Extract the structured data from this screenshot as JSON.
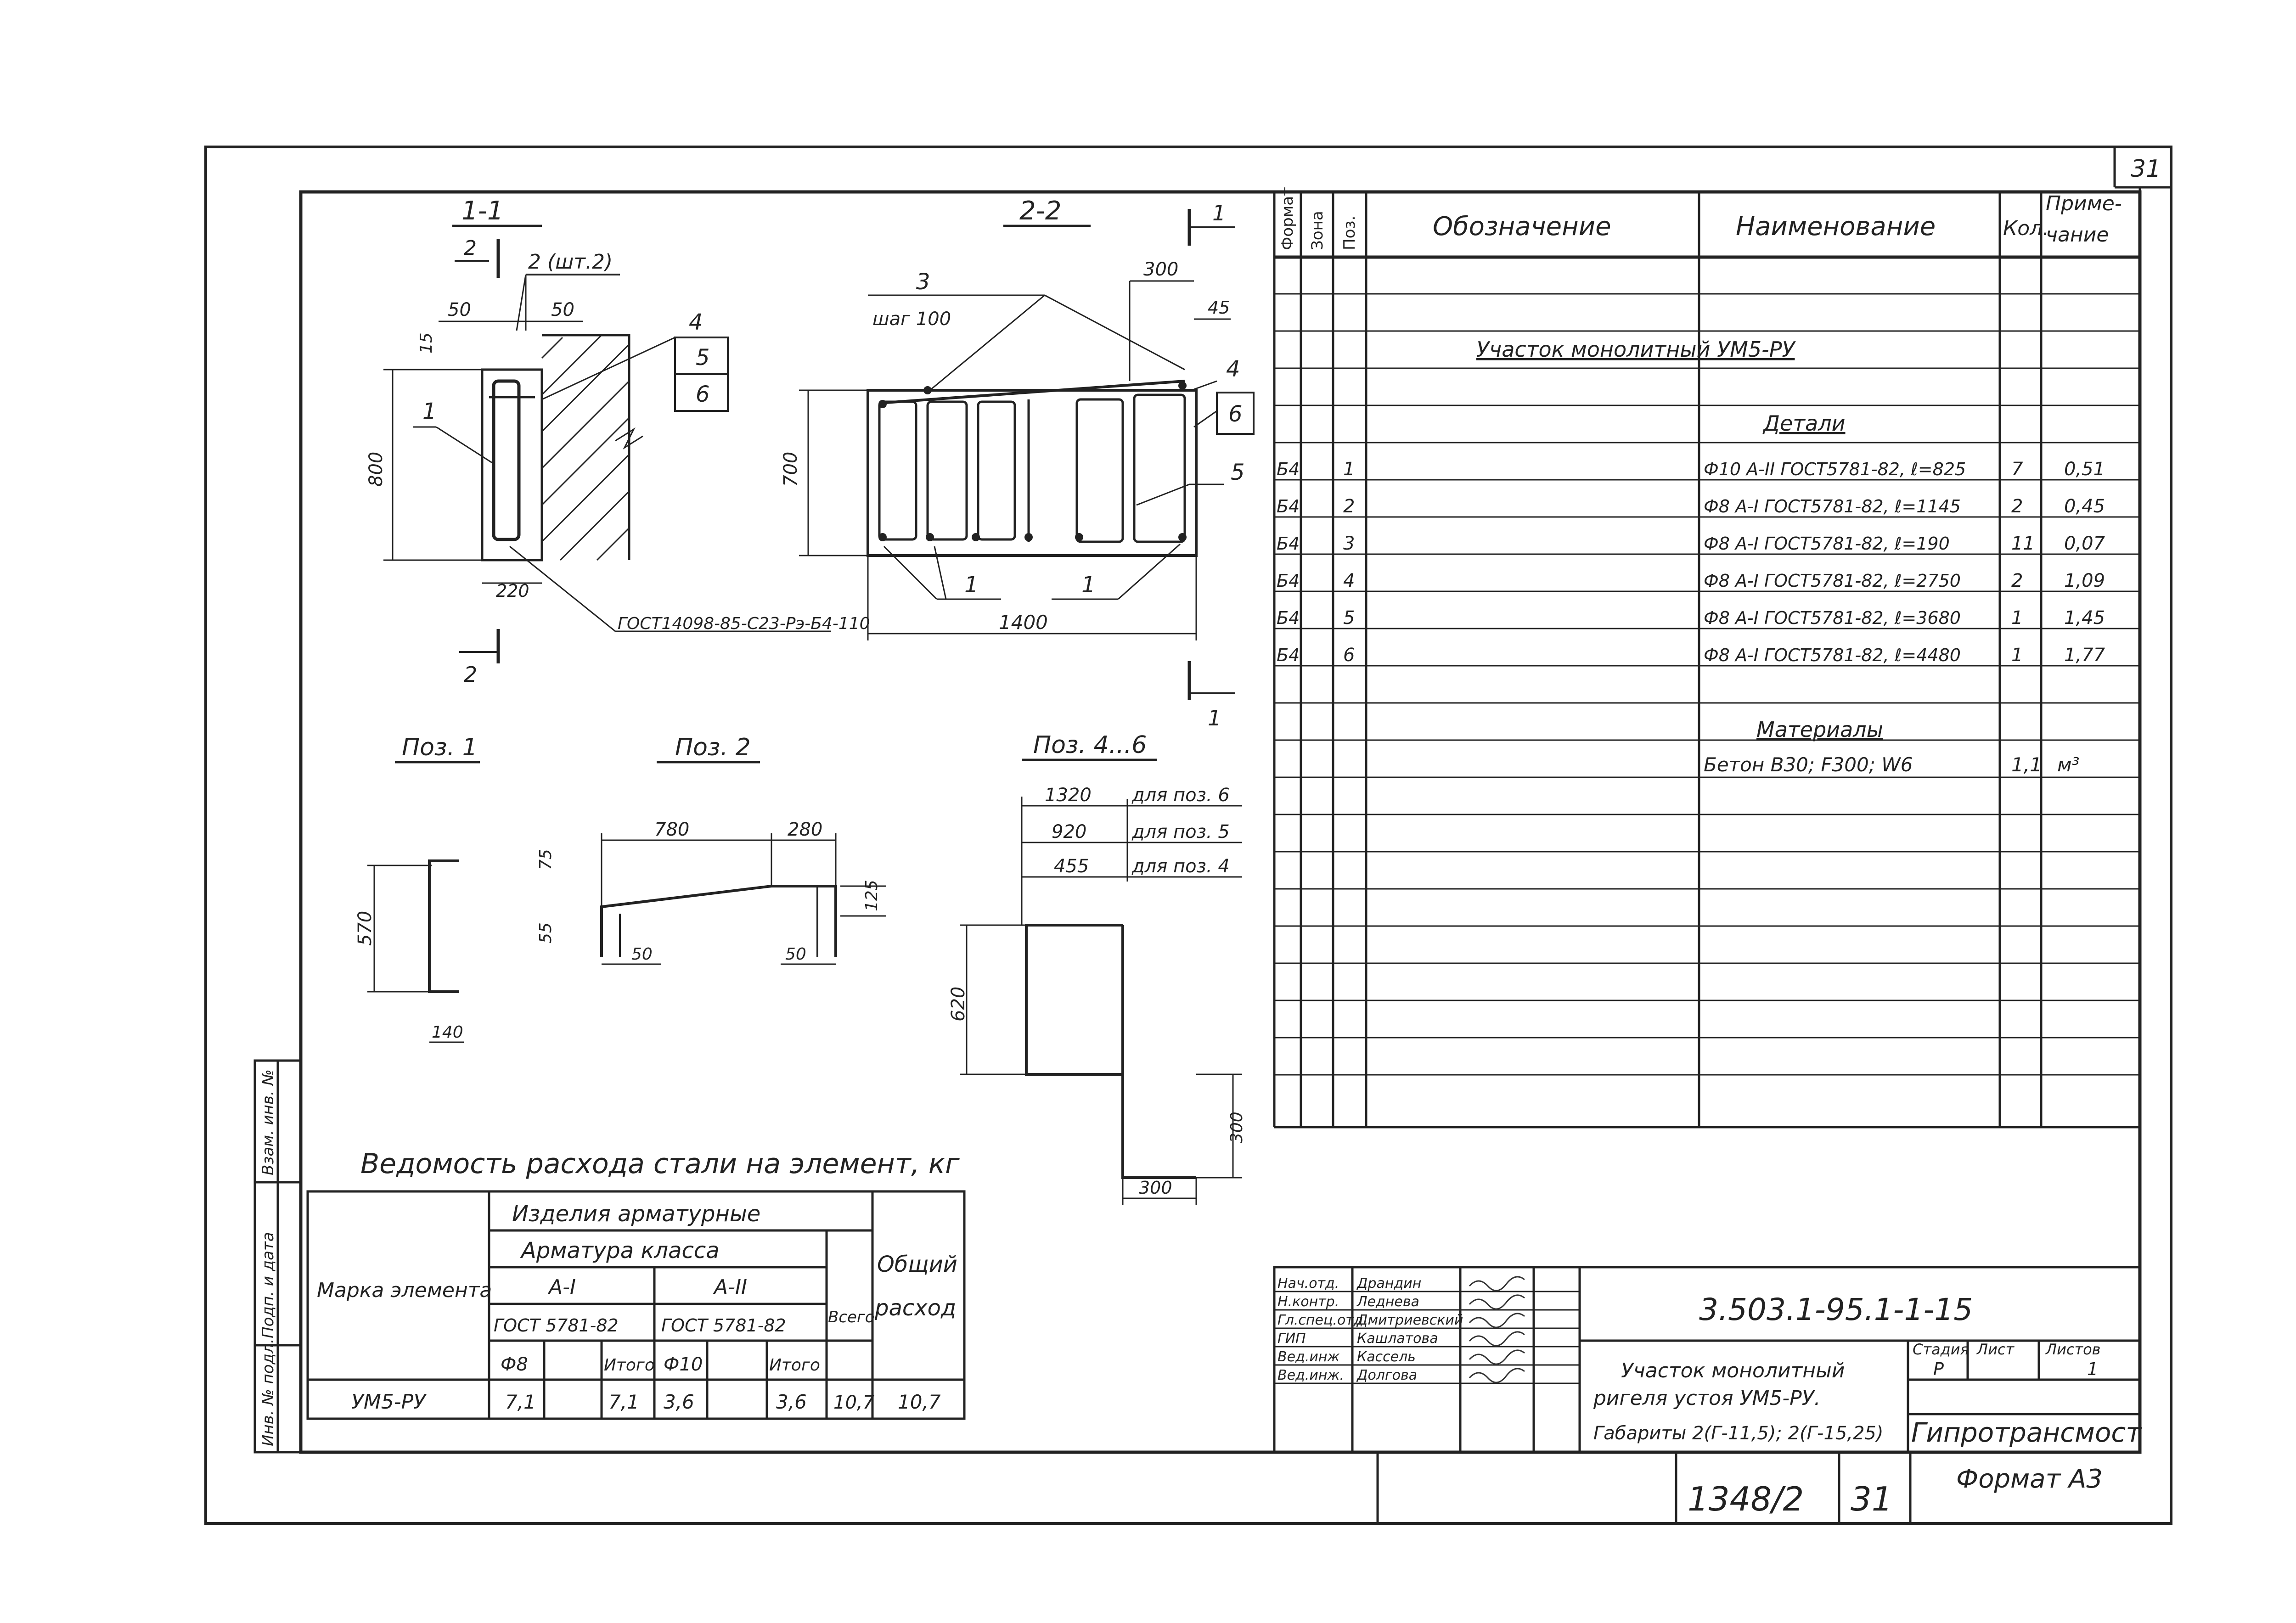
{
  "sheet_corner_number": "31",
  "spec_table": {
    "headers": {
      "format": "Формат",
      "zone": "Зона",
      "pos": "Поз.",
      "designation": "Обозначение",
      "name": "Наименование",
      "qty": "Кол.",
      "note_line1": "Приме-",
      "note_line2": "чание"
    },
    "section_title": "Участок монолитный УМ5-РУ",
    "details_heading": "Детали",
    "rows": [
      {
        "format": "Б4",
        "pos": "1",
        "name": "Ф10 А-II ГОСТ5781-82, ℓ=825",
        "qty": "7",
        "note": "0,51"
      },
      {
        "format": "Б4",
        "pos": "2",
        "name": "Ф8 А-I ГОСТ5781-82, ℓ=1145",
        "qty": "2",
        "note": "0,45"
      },
      {
        "format": "Б4",
        "pos": "3",
        "name": "Ф8 А-I ГОСТ5781-82, ℓ=190",
        "qty": "11",
        "note": "0,07"
      },
      {
        "format": "Б4",
        "pos": "4",
        "name": "Ф8 А-I ГОСТ5781-82, ℓ=2750",
        "qty": "2",
        "note": "1,09"
      },
      {
        "format": "Б4",
        "pos": "5",
        "name": "Ф8 А-I ГОСТ5781-82, ℓ=3680",
        "qty": "1",
        "note": "1,45"
      },
      {
        "format": "Б4",
        "pos": "6",
        "name": "Ф8 А-I ГОСТ5781-82, ℓ=4480",
        "qty": "1",
        "note": "1,77"
      }
    ],
    "materials_heading": "Материалы",
    "materials": [
      {
        "name": "Бетон В30; F300; W6",
        "qty": "1,1",
        "note": "м³"
      }
    ]
  },
  "section_1_1": {
    "title": "1-1",
    "mark_2": "2",
    "mark_2_pcs": "2 (шт.2)",
    "dim_50_left": "50",
    "dim_50_right": "50",
    "dim_15": "15",
    "dim_800": "800",
    "dim_220": "220",
    "callouts": [
      "1",
      "4",
      "5",
      "6"
    ],
    "gost_note": "ГОСТ14098-85-С23-Рэ-Б4-110",
    "cut_mark_bottom": "2"
  },
  "section_2_2": {
    "title": "2-2",
    "callout_3": "3",
    "step_note": "шаг 100",
    "dim_300": "300",
    "dim_45": "45",
    "dim_700": "700",
    "dim_1400": "1400",
    "callouts": [
      "4",
      "6",
      "5",
      "1",
      "1"
    ],
    "cut_mark_top": "1",
    "cut_mark_bottom": "1"
  },
  "pos1": {
    "title": "Поз. 1",
    "dim_570": "570",
    "dim_140": "140"
  },
  "pos2": {
    "title": "Поз. 2",
    "dim_780": "780",
    "dim_280": "280",
    "dim_75": "75",
    "dim_55": "55",
    "dim_125": "125",
    "dim_50a": "50",
    "dim_50b": "50"
  },
  "pos4_6": {
    "title": "Поз. 4...6",
    "table": [
      {
        "len": "1320",
        "for": "для поз. 6"
      },
      {
        "len": "920",
        "for": "для поз. 5"
      },
      {
        "len": "455",
        "for": "для поз. 4"
      }
    ],
    "dim_620": "620",
    "dim_300_v": "300",
    "dim_300_h": "300"
  },
  "steel_table": {
    "title": "Ведомость расхода стали на элемент, кг",
    "col_mark": "Марка элемента",
    "h_products": "Изделия арматурные",
    "h_class": "Арматура класса",
    "h_a1": "А-I",
    "h_a2": "А-II",
    "h_gost1": "ГОСТ 5781-82",
    "h_gost2": "ГОСТ 5781-82",
    "h_f8": "Ф8",
    "h_total1": "Итого",
    "h_f10": "Ф10",
    "h_total2": "Итого",
    "h_all": "Всего",
    "h_general1": "Общий",
    "h_general2": "расход",
    "row": {
      "mark": "УМ5-РУ",
      "f8": "7,1",
      "t1": "7,1",
      "f10": "3,6",
      "t2": "3,6",
      "all": "10,7",
      "general": "10,7"
    }
  },
  "left_strip": [
    "Инв. № подл.",
    "Подп. и дата",
    "Взам. инв. №"
  ],
  "title_block": {
    "roles": [
      {
        "role": "Нач.отд.",
        "name": "Драндин"
      },
      {
        "role": "Н.контр.",
        "name": "Леднева"
      },
      {
        "role": "Гл.спец.отд",
        "name": "Дмитриевский"
      },
      {
        "role": "ГИП",
        "name": "Кашлатова"
      },
      {
        "role": "Вед.инж",
        "name": "Кассель"
      },
      {
        "role": "Вед.инж.",
        "name": "Долгова"
      }
    ],
    "doc_code": "3.503.1-95.1-1-15",
    "desc1": "Участок монолитный",
    "desc2": "ригеля устоя УМ5-РУ.",
    "desc3": "Габариты 2(Г-11,5); 2(Г-15,25)",
    "stage_h": "Стадия",
    "sheet_h": "Лист",
    "sheets_h": "Листов",
    "stage": "Р",
    "sheets": "1",
    "org": "Гипротрансмост",
    "album": "1348/2",
    "page": "31",
    "format": "Формат А3"
  }
}
